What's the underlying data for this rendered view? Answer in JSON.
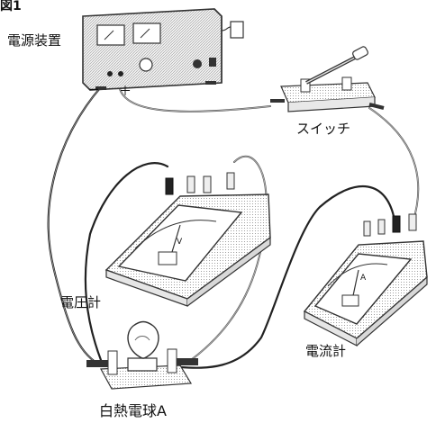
{
  "figure": {
    "number_label": "図1"
  },
  "labels": {
    "power_supply": "電源装置",
    "switch": "スイッチ",
    "voltmeter": "電圧計",
    "ammeter": "電流計",
    "bulb": "白熱電球A",
    "minus": "−",
    "plus": "＋",
    "voltmeter_unit": "V",
    "ammeter_unit": "A"
  }
}
